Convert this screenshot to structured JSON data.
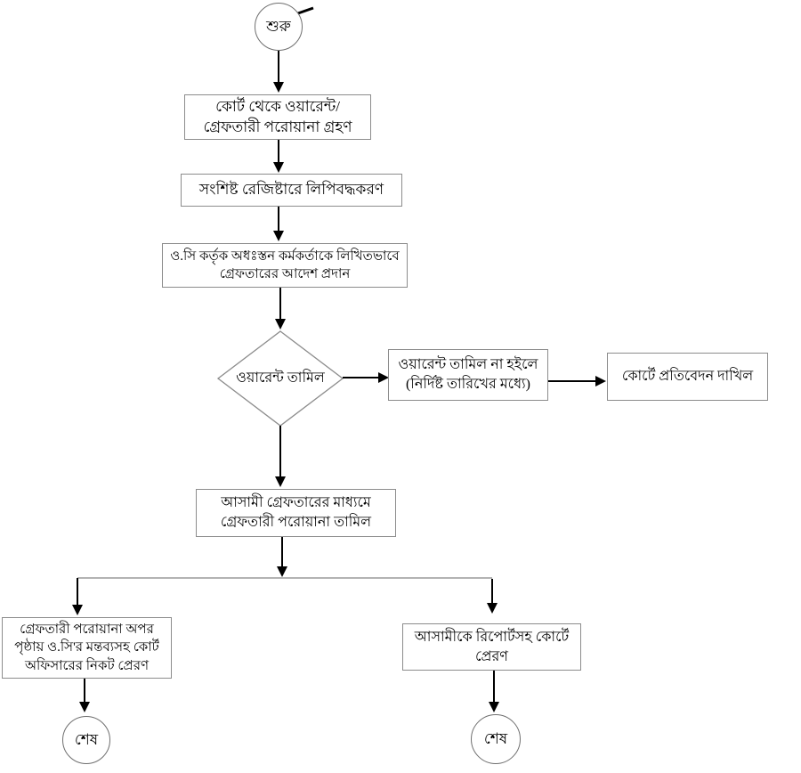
{
  "diagram": {
    "title": "warrant-execution-flowchart",
    "colors": {
      "background": "#ffffff",
      "box_border": "#8c8c8c",
      "circle_border": "#6f6f6f",
      "arrow": "#000000",
      "branch_line": "#b3b3b3",
      "text": "#000000"
    },
    "nodes": {
      "start": {
        "type": "terminator",
        "label": "শুরু"
      },
      "receive_warrant": {
        "type": "process",
        "lines": [
          "কোর্ট থেকে ওয়ারেন্ট/",
          "গ্রেফতারী পরোয়ানা গ্রহণ"
        ]
      },
      "register_entry": {
        "type": "process",
        "lines": [
          "সংশিষ্ট রেজিষ্টারে লিপিবদ্ধকরণ"
        ]
      },
      "oc_written_order": {
        "type": "process",
        "lines": [
          "ও.সি কর্তৃক অধঃস্তন কর্মকর্তাকে লিখিতভাবে",
          "গ্রেফতারের আদেশ প্রদান"
        ]
      },
      "decision_warrant_executed": {
        "type": "decision",
        "label": "ওয়ারেন্ট তামিল"
      },
      "not_executed": {
        "type": "process",
        "lines": [
          "ওয়ারেন্ট তামিল না হইলে",
          "(নির্দিষ্ট তারিখের মধ্যে)"
        ]
      },
      "court_report": {
        "type": "process",
        "lines": [
          "কোর্টে প্রতিবেদন দাখিল"
        ]
      },
      "warrant_executed_by_arrest": {
        "type": "process",
        "lines": [
          "আসামী গ্রেফতারের মাধ্যমে",
          "গ্রেফতারী পরোয়ানা তামিল"
        ]
      },
      "return_warrant_with_remarks": {
        "type": "process",
        "lines": [
          "গ্রেফতারী পরোয়ানা অপর",
          "পৃষ্ঠায় ও.সি'র মন্তব্যসহ কোর্ট",
          "অফিসারের নিকট প্রেরণ"
        ]
      },
      "send_accused_with_report": {
        "type": "process",
        "lines": [
          "আসামীকে রিপোর্টসহ কোর্টে",
          "প্রেরণ"
        ]
      },
      "end_left": {
        "type": "terminator",
        "label": "শেষ"
      },
      "end_right": {
        "type": "terminator",
        "label": "শেষ"
      }
    }
  }
}
